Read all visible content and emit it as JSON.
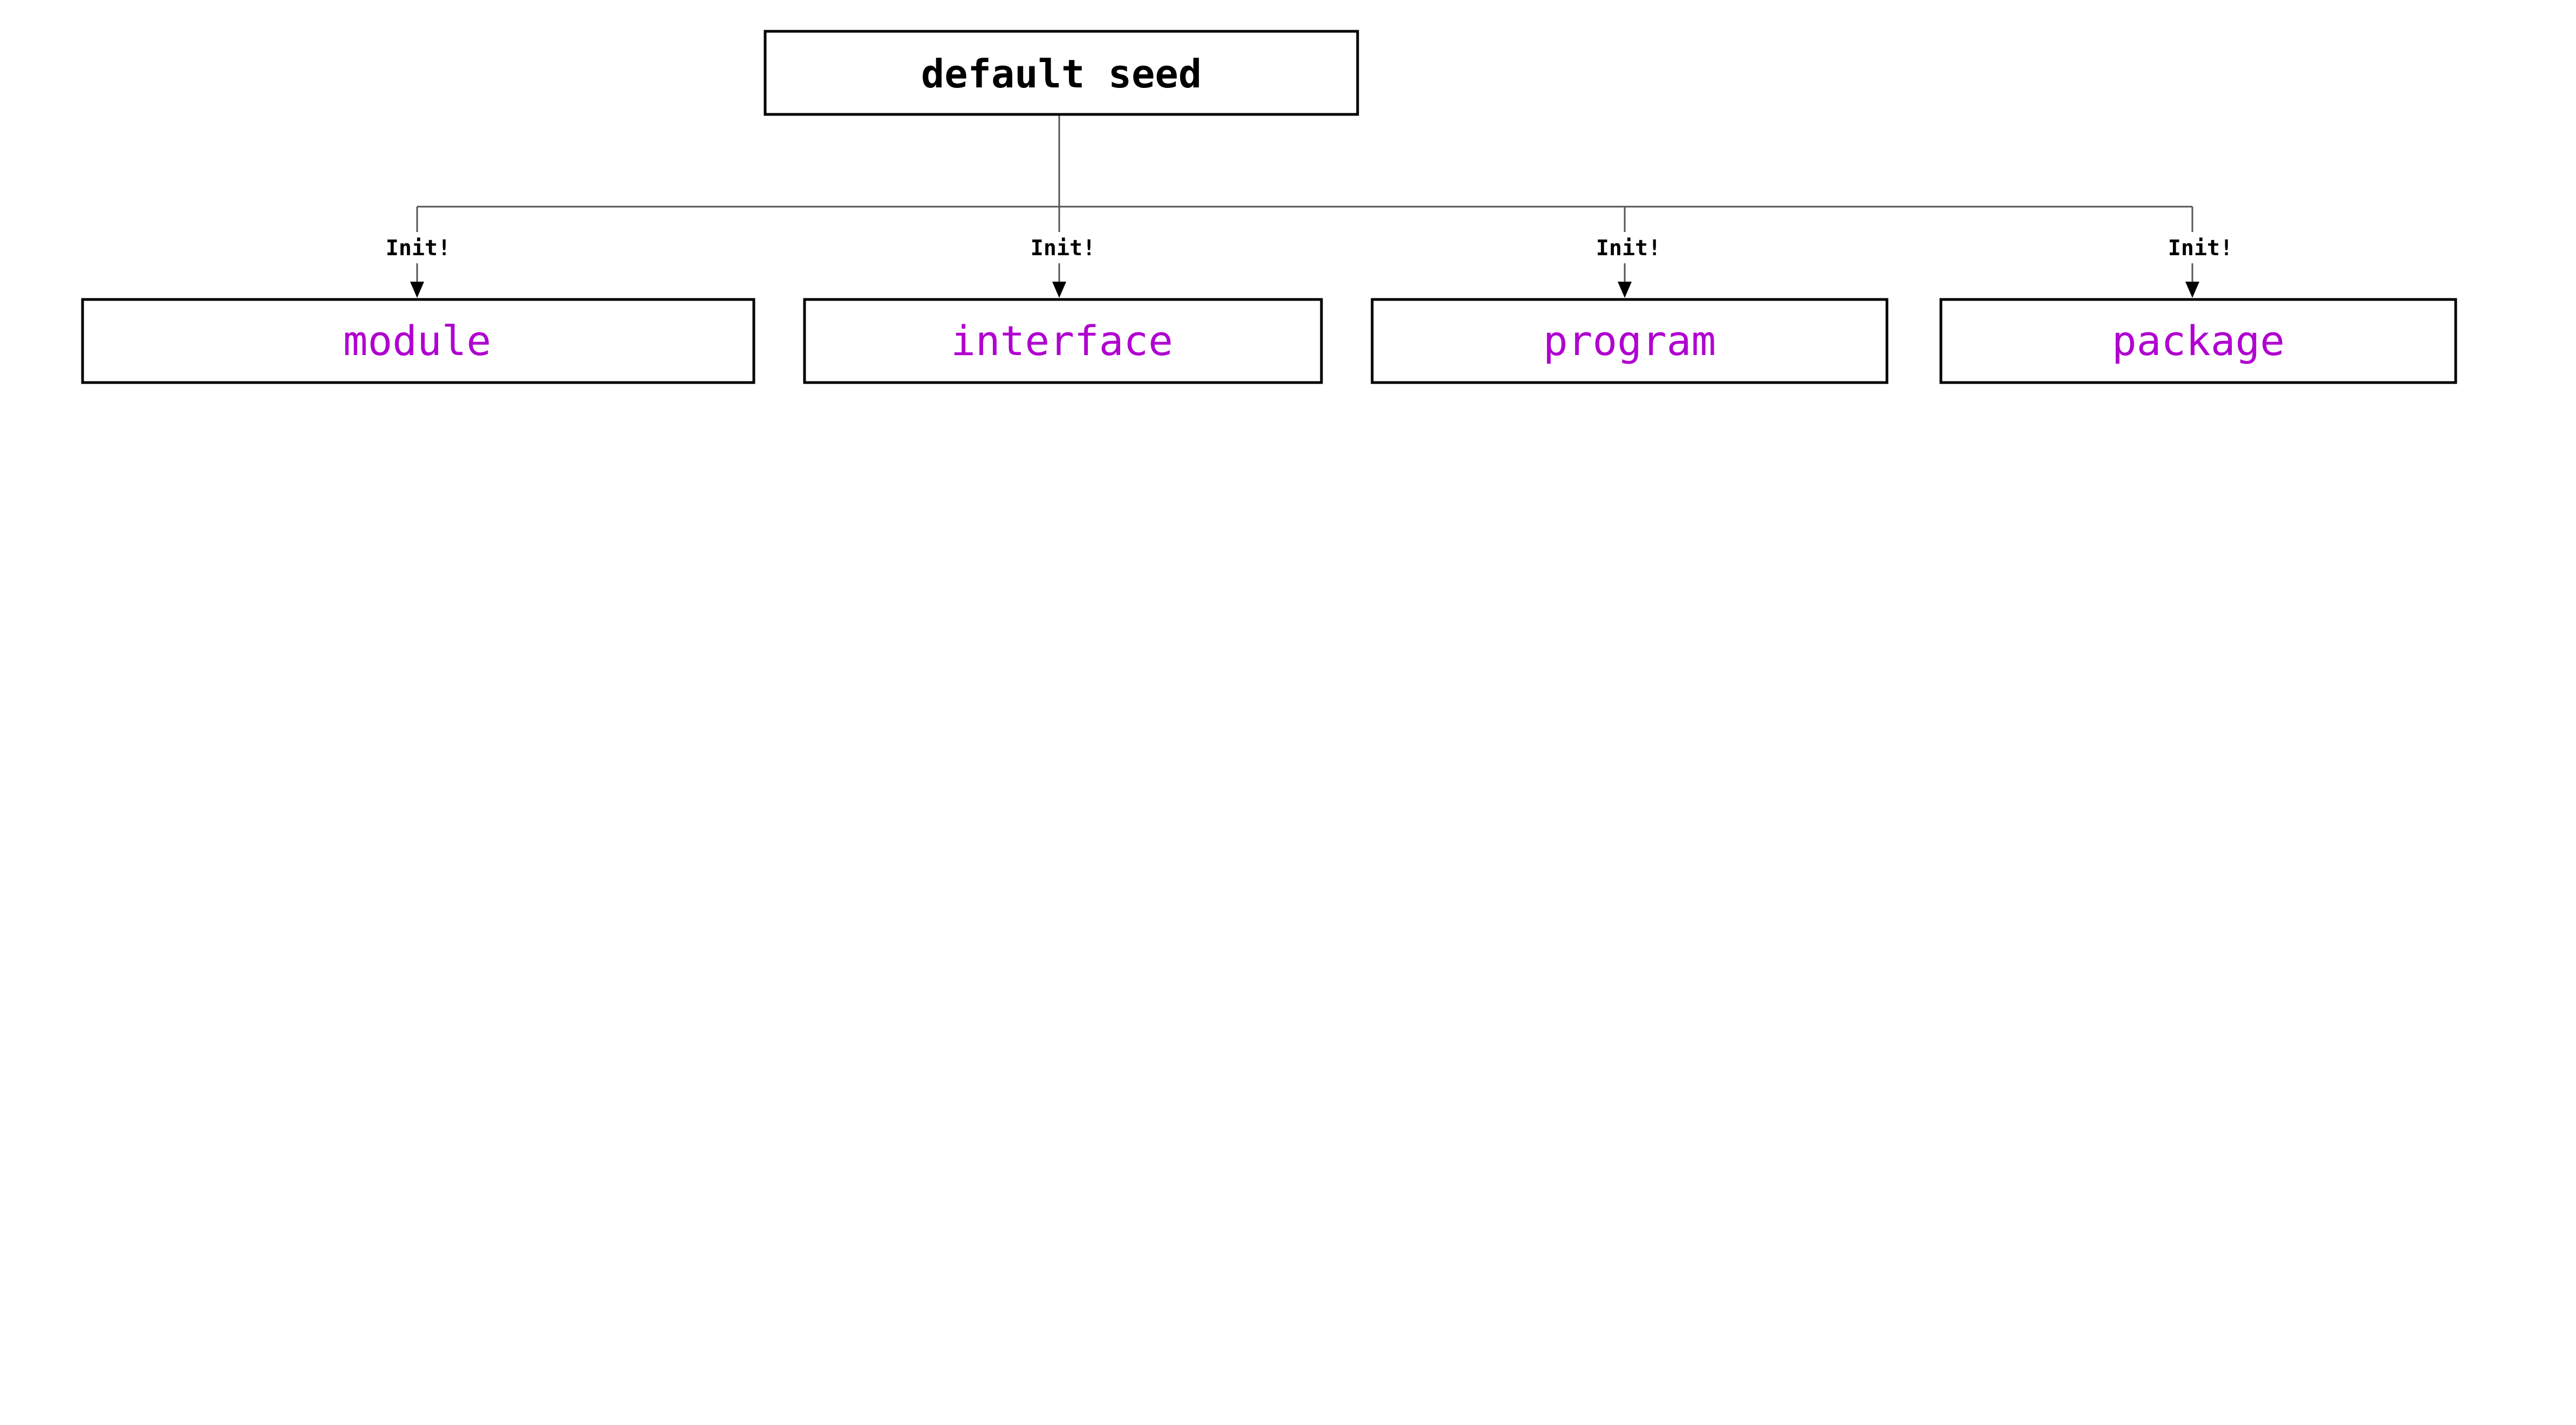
{
  "root": {
    "label": "default seed"
  },
  "edge_label": "Init!",
  "children": [
    {
      "label": "module"
    },
    {
      "label": "interface"
    },
    {
      "label": "program"
    },
    {
      "label": "package"
    }
  ],
  "colors": {
    "child_text": "#b000d0",
    "root_text": "#000000"
  }
}
